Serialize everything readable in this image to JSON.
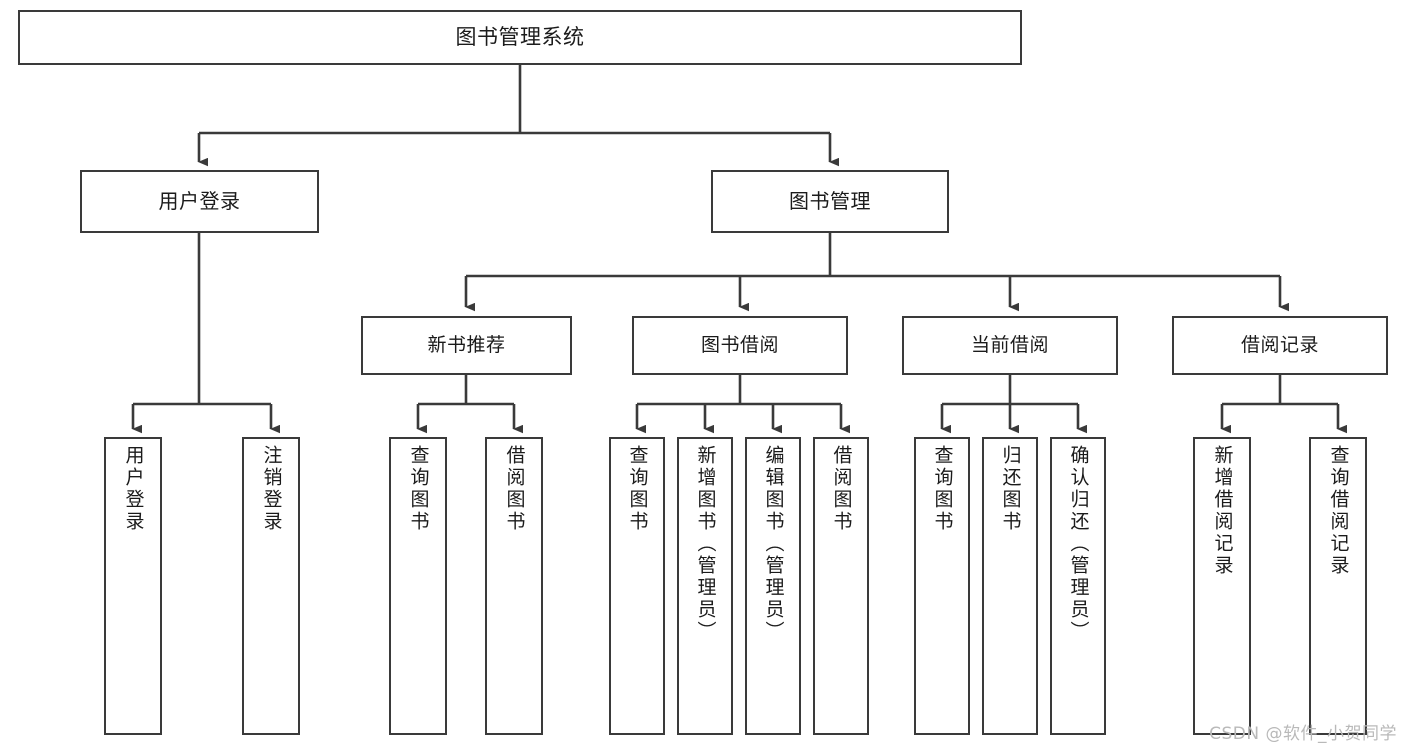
{
  "diagram": {
    "title": "图书管理系统",
    "type": "tree-hierarchy",
    "watermark": "CSDN @软件_小贺同学",
    "colors": {
      "background": "#ffffff",
      "node_border": "#3a3a3a",
      "node_fill": "#ffffff",
      "edge": "#3a3a3a",
      "text": "#1b1b1b",
      "watermark": "#b9b9b9"
    },
    "nodes": {
      "root": {
        "label": "图书管理系统"
      },
      "level1": [
        {
          "label": "用户登录"
        },
        {
          "label": "图书管理"
        }
      ],
      "level2": [
        {
          "label": "新书推荐"
        },
        {
          "label": "图书借阅"
        },
        {
          "label": "当前借阅"
        },
        {
          "label": "借阅记录"
        }
      ],
      "leaves": {
        "user_login": [
          {
            "label": "用户登录"
          },
          {
            "label": "注销登录"
          }
        ],
        "new_book_recommend": [
          {
            "label": "查询图书"
          },
          {
            "label": "借阅图书"
          }
        ],
        "book_borrow": [
          {
            "label": "查询图书"
          },
          {
            "label": "新增图书（管理员）"
          },
          {
            "label": "编辑图书（管理员）"
          },
          {
            "label": "借阅图书"
          }
        ],
        "current_borrow": [
          {
            "label": "查询图书"
          },
          {
            "label": "归还图书"
          },
          {
            "label": "确认归还（管理员）"
          }
        ],
        "borrow_records": [
          {
            "label": "新增借阅记录"
          },
          {
            "label": "查询借阅记录"
          }
        ]
      }
    }
  }
}
